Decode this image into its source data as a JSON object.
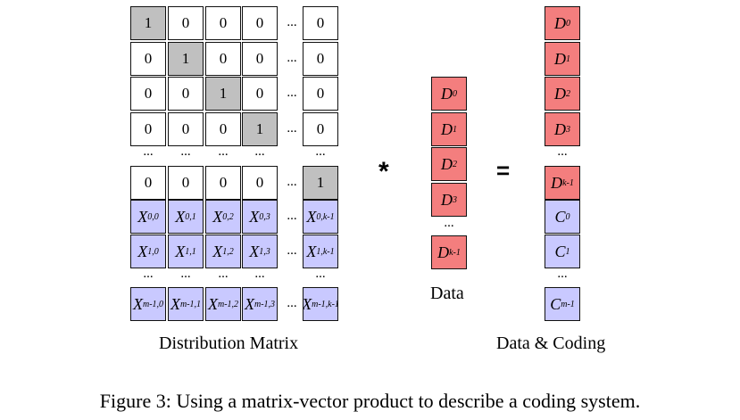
{
  "matrix": {
    "label": "Distribution Matrix",
    "identity_rows": [
      [
        "1",
        "0",
        "0",
        "0",
        "0"
      ],
      [
        "0",
        "1",
        "0",
        "0",
        "0"
      ],
      [
        "0",
        "0",
        "1",
        "0",
        "0"
      ],
      [
        "0",
        "0",
        "0",
        "1",
        "0"
      ]
    ],
    "last_identity_row": [
      "0",
      "0",
      "0",
      "0",
      "1"
    ],
    "coding_rows": [
      {
        "base": "X",
        "subs": [
          "0,0",
          "0,1",
          "0,2",
          "0,3",
          "0,k-1"
        ]
      },
      {
        "base": "X",
        "subs": [
          "1,0",
          "1,1",
          "1,2",
          "1,3",
          "1,k-1"
        ]
      },
      {
        "base": "X",
        "subs": [
          "m-1,0",
          "m-1,1",
          "m-1,2",
          "m-1,3",
          "m-1,k-1"
        ]
      }
    ],
    "ellipsis": "..."
  },
  "operators": {
    "multiply": "*",
    "equals": "="
  },
  "data_vector": {
    "label": "Data",
    "base": "D",
    "subs": [
      "0",
      "1",
      "2",
      "3",
      "k-1"
    ]
  },
  "result_vector": {
    "label": "Data & Coding",
    "data": {
      "base": "D",
      "subs": [
        "0",
        "1",
        "2",
        "3",
        "k-1"
      ]
    },
    "coding": {
      "base": "C",
      "subs": [
        "0",
        "1",
        "m-1"
      ]
    }
  },
  "caption": "Figure 3: Using a matrix-vector product to describe a coding system.",
  "colors": {
    "identity_diagonal": "#c0c0c0",
    "data": "#f47e7e",
    "coding": "#c9c9ff"
  }
}
